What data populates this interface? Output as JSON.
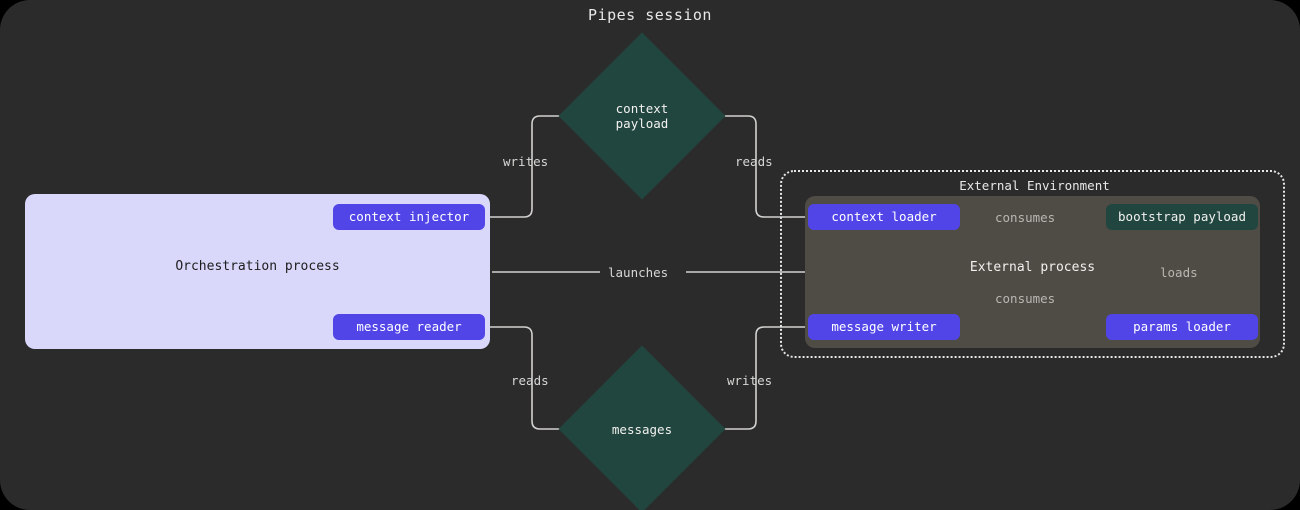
{
  "title": "Pipes session",
  "colors": {
    "page_background": "#2b2b2b",
    "orchestration_panel": "#d9d8fb",
    "pill": "#5145e8",
    "store_teal": "#21463f",
    "external_process": "#4f4b45",
    "wire": "#d3d2cf",
    "dotted_border": "#e6e6e4"
  },
  "orchestration": {
    "label": "Orchestration process",
    "nodes": [
      {
        "id": "context-injector",
        "label": "context injector"
      },
      {
        "id": "message-reader",
        "label": "message reader"
      }
    ]
  },
  "external_environment": {
    "label": "External Environment",
    "process_label": "External process",
    "nodes": [
      {
        "id": "context-loader",
        "label": "context loader",
        "kind": "pill"
      },
      {
        "id": "message-writer",
        "label": "message writer",
        "kind": "pill"
      },
      {
        "id": "params-loader",
        "label": "params loader",
        "kind": "pill"
      },
      {
        "id": "bootstrap-payload",
        "label": "bootstrap payload",
        "kind": "store"
      }
    ]
  },
  "stores": [
    {
      "id": "context-payload",
      "label": "context\npayload"
    },
    {
      "id": "messages",
      "label": "messages"
    }
  ],
  "edges": [
    {
      "id": "writes-context",
      "label": "writes",
      "from": "context-injector",
      "to": "context-payload"
    },
    {
      "id": "reads-context",
      "label": "reads",
      "from": "context-loader",
      "to": "context-payload"
    },
    {
      "id": "launches",
      "label": "launches",
      "from": "orchestration",
      "to": "external-environment"
    },
    {
      "id": "reads-messages",
      "label": "reads",
      "from": "message-reader",
      "to": "messages"
    },
    {
      "id": "writes-messages",
      "label": "writes",
      "from": "message-writer",
      "to": "messages"
    },
    {
      "id": "consumes-context",
      "label": "consumes",
      "from": "context-loader",
      "to": "bootstrap-payload"
    },
    {
      "id": "consumes-messages",
      "label": "consumes",
      "from": "message-writer",
      "to": "bootstrap-payload"
    },
    {
      "id": "loads-params",
      "label": "loads",
      "from": "params-loader",
      "to": "bootstrap-payload"
    }
  ]
}
